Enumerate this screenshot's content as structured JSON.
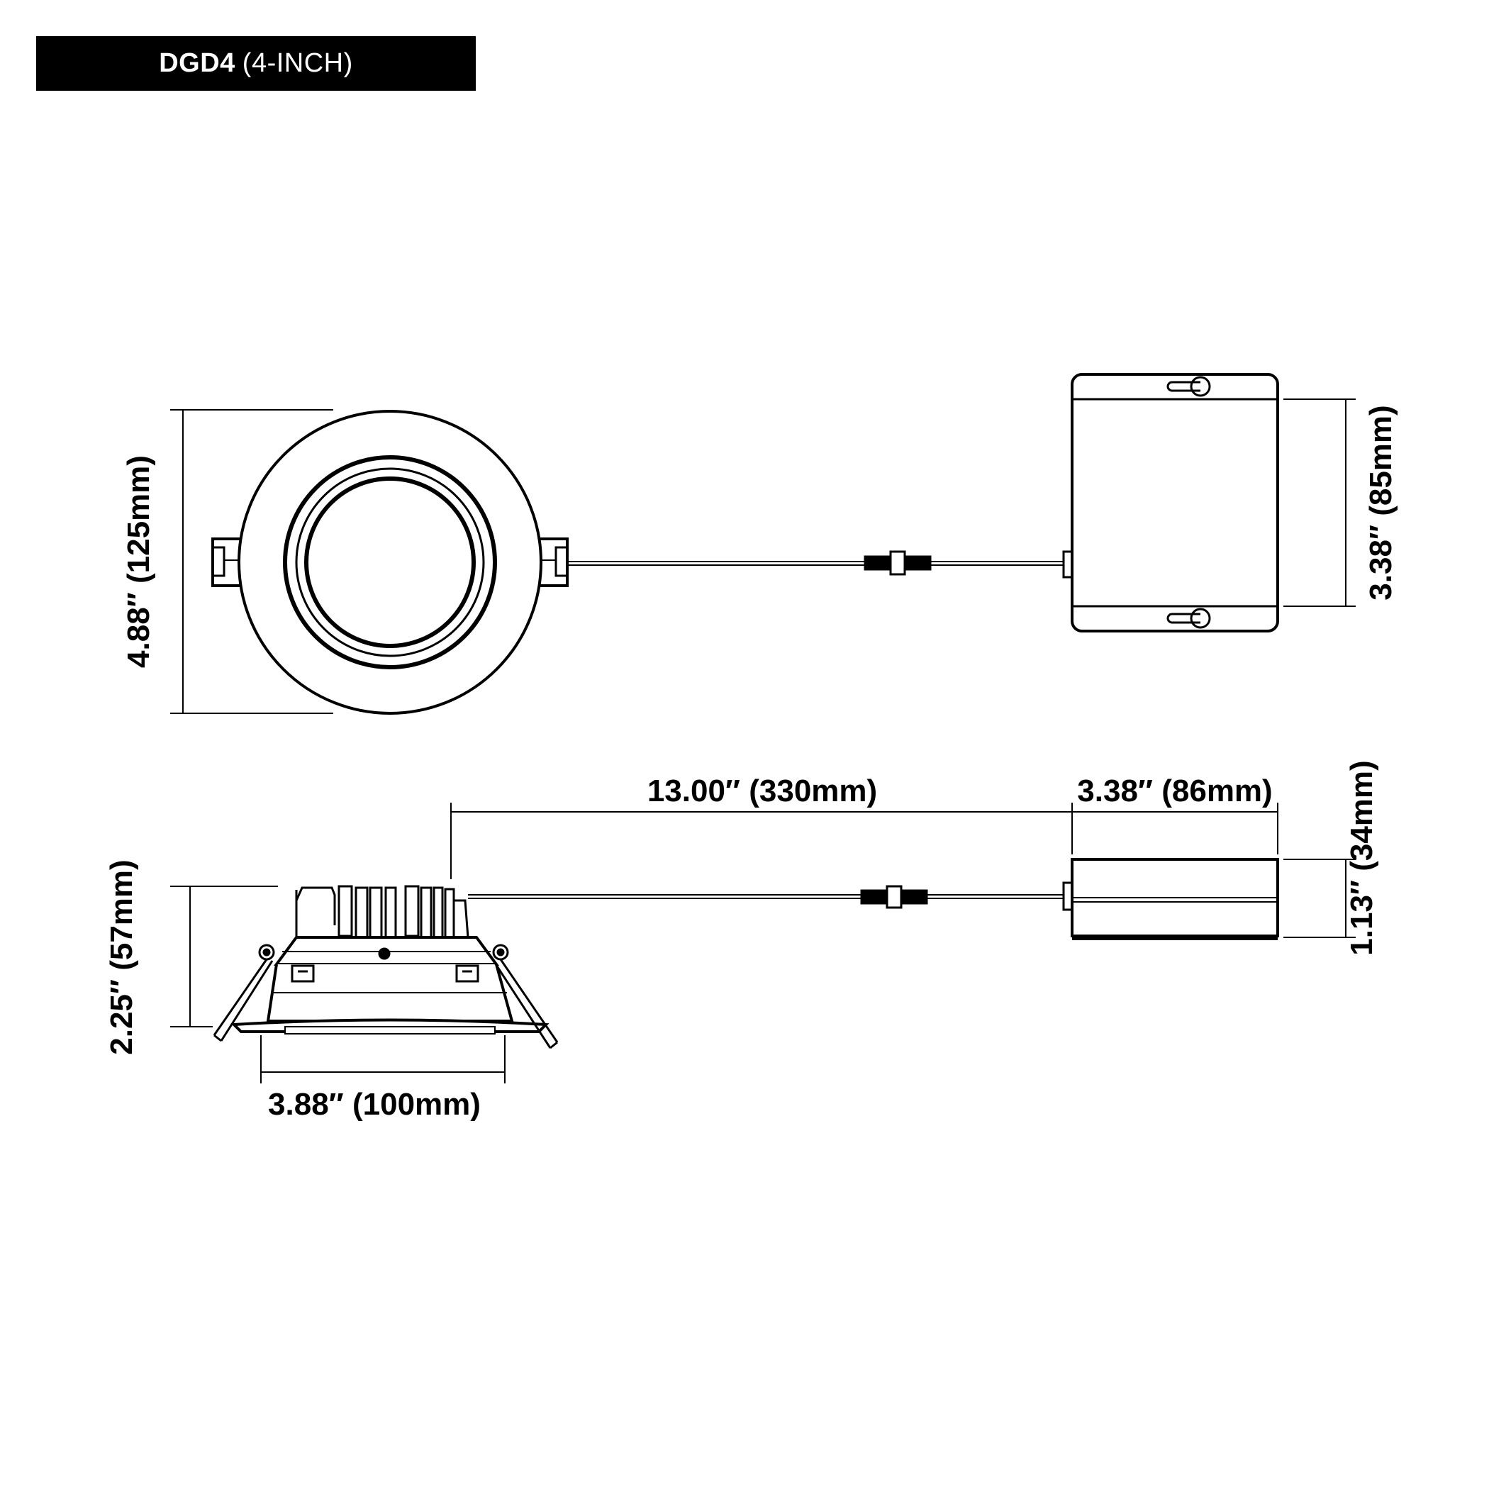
{
  "header": {
    "model": "DGD4",
    "size": "(4-INCH)"
  },
  "dimensions": {
    "trim_diameter": "4.88″ (125mm)",
    "driver_box_height": "3.38″ (85mm)",
    "cable_length": "13.00″ (330mm)",
    "driver_box_width": "3.38″ (86mm)",
    "driver_box_depth": "1.13″ (34mm)",
    "fixture_height": "2.25″ (57mm)",
    "cutout_diameter": "3.88″ (100mm)"
  },
  "colors": {
    "line": "#000000",
    "background": "#ffffff"
  }
}
